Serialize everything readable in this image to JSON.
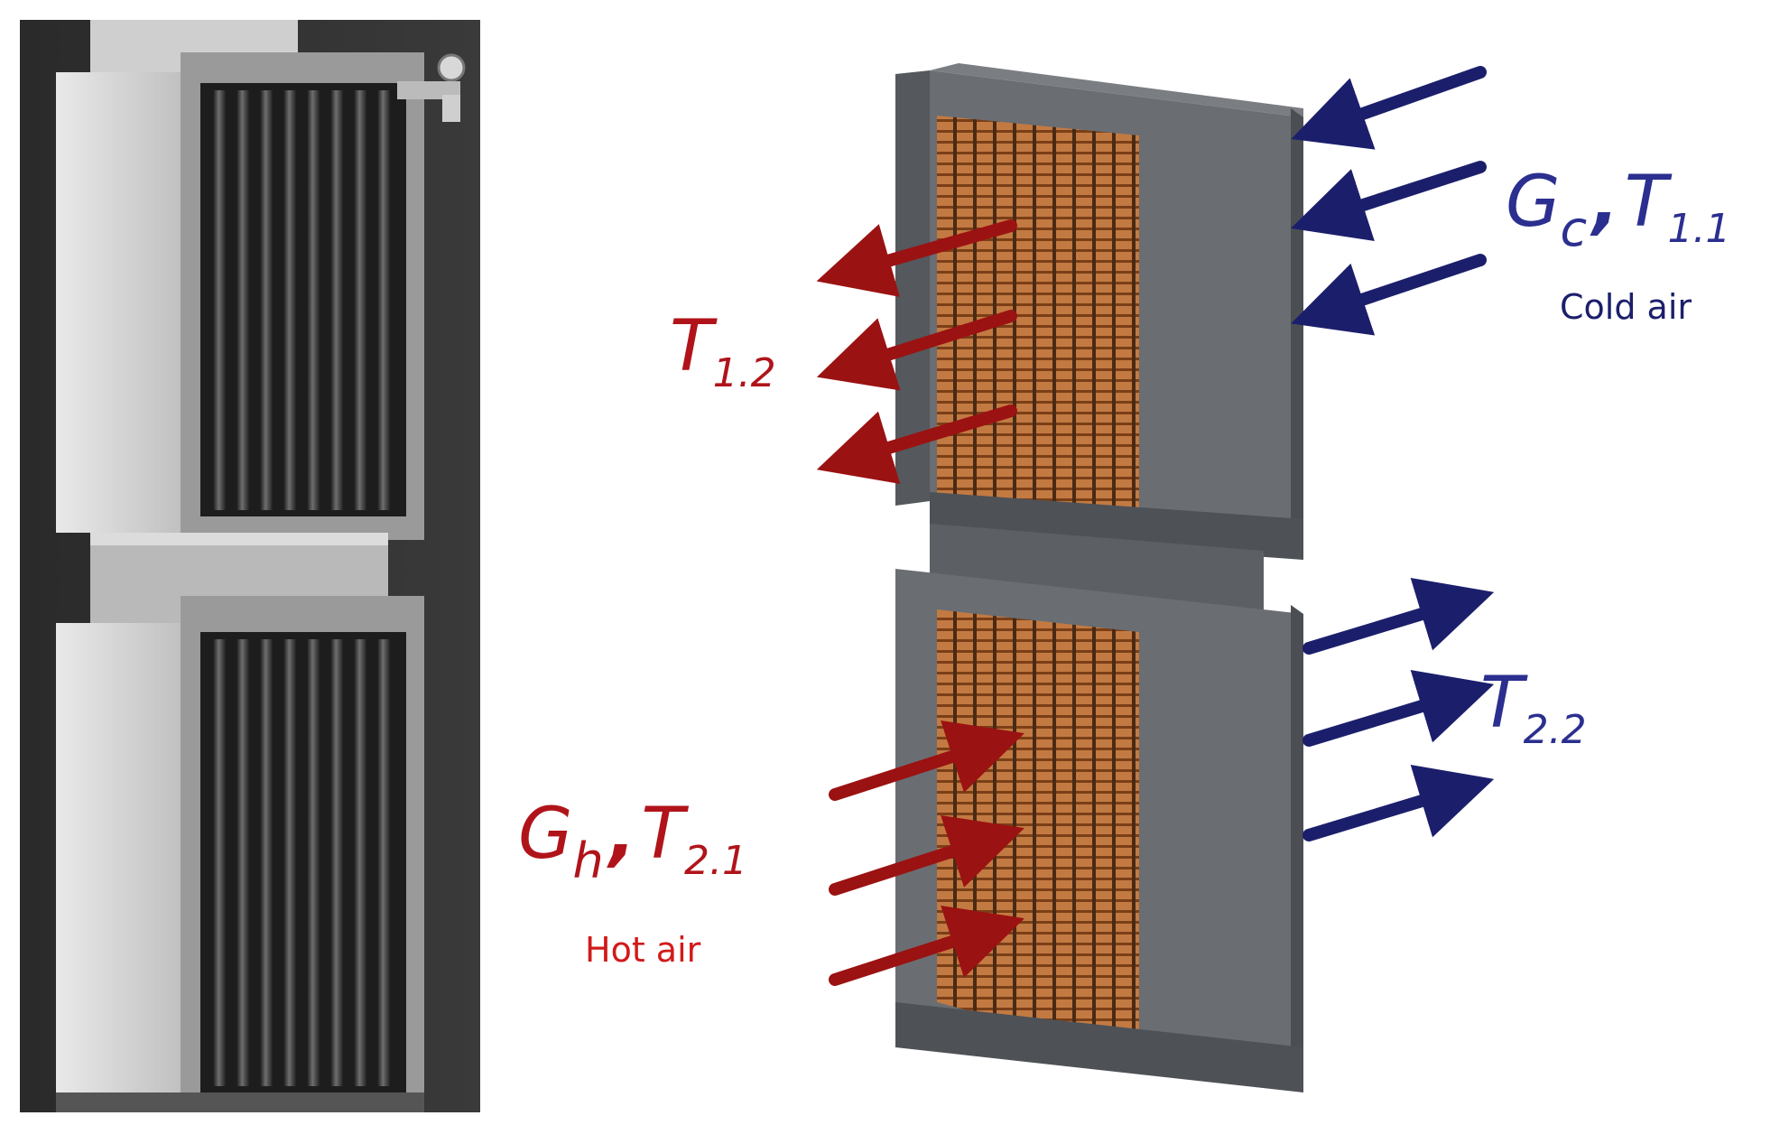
{
  "labels": {
    "cold_symbol": "G",
    "cold_sub": "c",
    "cold_temp_main": "T",
    "cold_temp_sub": "1.1",
    "cold_caption": "Cold air",
    "cold_out_temp_main": "T",
    "cold_out_temp_sub": "1.2",
    "hot_symbol": "G",
    "hot_sub": "h",
    "hot_temp_main": "T",
    "hot_temp_sub": "2.1",
    "hot_caption": "Hot air",
    "hot_out_temp_main": "T",
    "hot_out_temp_sub": "2.2"
  },
  "colors": {
    "cold": "#1b1f6b",
    "cold_text": "#2b2f8f",
    "hot": "#9b1212",
    "hot_text": "#d11a1a",
    "housing": "#5a5d62",
    "fins": "#b8703a"
  }
}
